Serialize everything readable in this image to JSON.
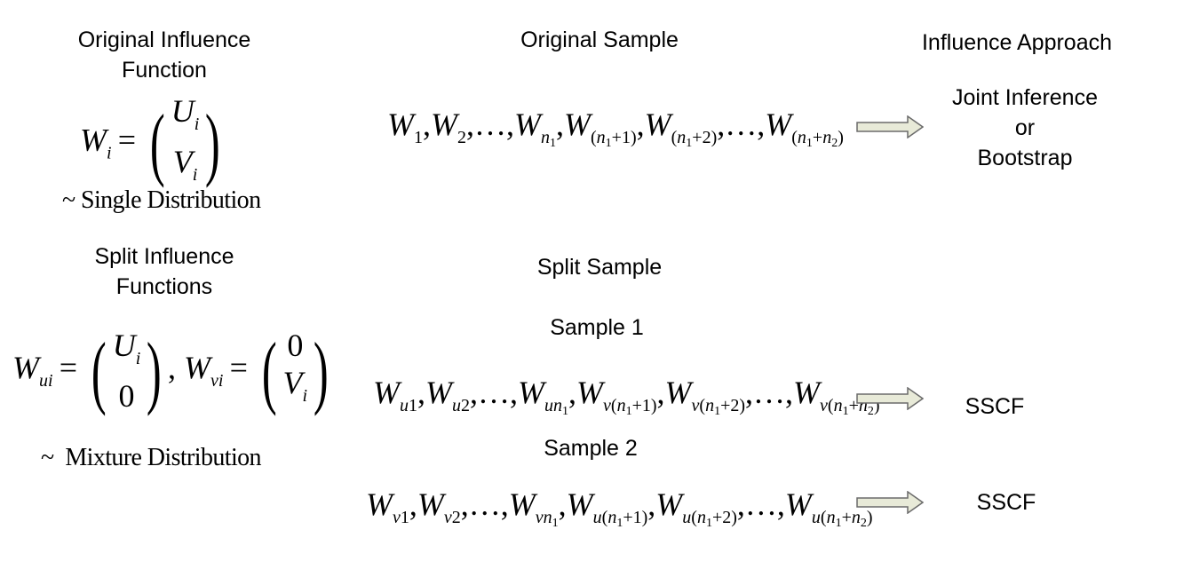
{
  "left": {
    "original_title": "Original Influence Function",
    "original_title_line1": "Original Influence",
    "original_title_line2": "Function",
    "single_tilde": "~",
    "single_label": "Single Distribution",
    "split_title_line1": "Split Influence",
    "split_title_line2": "Functions",
    "mixture_tilde": "~",
    "mixture_label": "Mixture Distribution"
  },
  "middle": {
    "original_sample": "Original Sample",
    "split_sample": "Split Sample",
    "sample1": "Sample 1",
    "sample2": "Sample 2"
  },
  "right": {
    "influence_approach": "Influence Approach",
    "joint_line1": "Joint Inference",
    "joint_line2": "or",
    "joint_line3": "Bootstrap",
    "sscf1": "SSCF",
    "sscf2": "SSCF"
  },
  "colors": {
    "arrow_fill": "#e8ead8",
    "arrow_stroke": "#6b6b6b"
  }
}
